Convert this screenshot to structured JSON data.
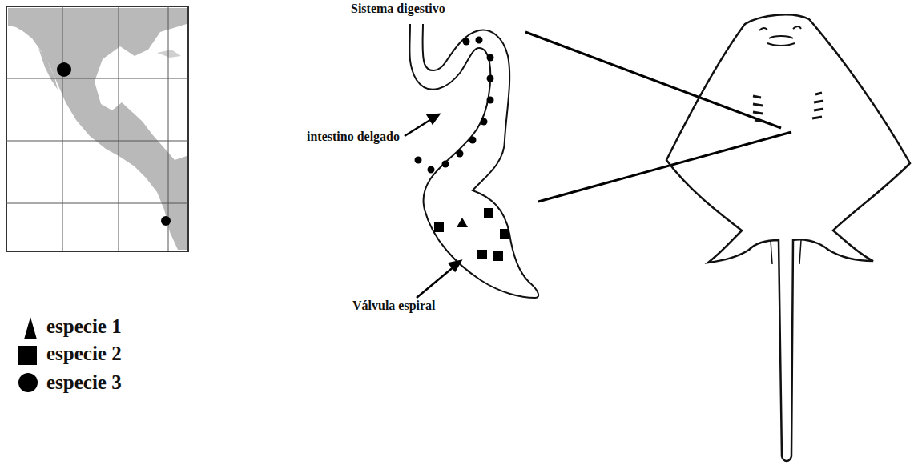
{
  "diagram": {
    "labels": [
      "Sistema digestivo",
      "intestino delgado",
      "Válvula espiral"
    ],
    "legend": [
      {
        "text": "especie 1"
      },
      {
        "text": "especie 2"
      },
      {
        "text": "especie 3"
      }
    ]
  }
}
